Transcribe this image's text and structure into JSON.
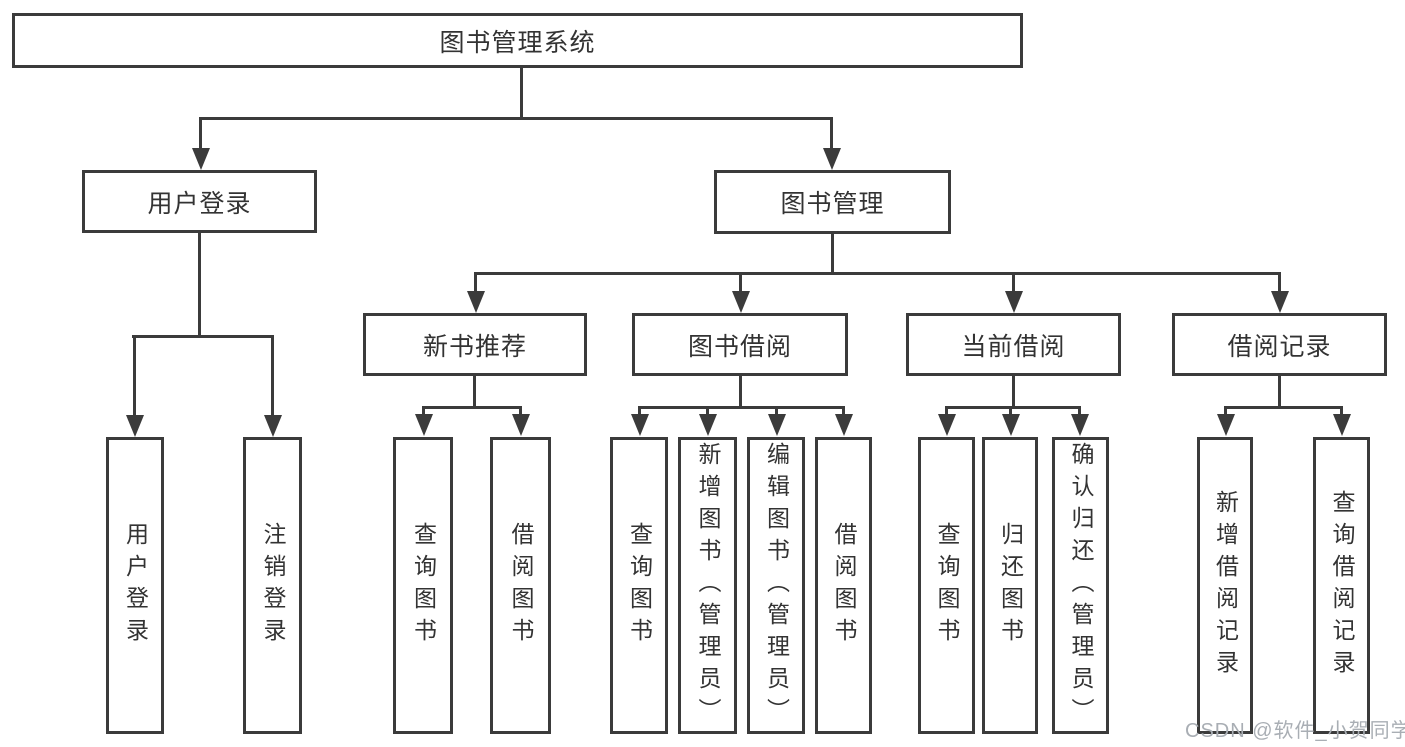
{
  "diagram_title": "图书管理系统",
  "tree": {
    "label": "图书管理系统",
    "children": [
      {
        "label": "用户登录",
        "children": [
          {
            "label": "用户登录"
          },
          {
            "label": "注销登录"
          }
        ]
      },
      {
        "label": "图书管理",
        "children": [
          {
            "label": "新书推荐",
            "children": [
              {
                "label": "查询图书"
              },
              {
                "label": "借阅图书"
              }
            ]
          },
          {
            "label": "图书借阅",
            "children": [
              {
                "label": "查询图书"
              },
              {
                "label": "新增图书（管理员）"
              },
              {
                "label": "编辑图书（管理员）"
              },
              {
                "label": "借阅图书"
              }
            ]
          },
          {
            "label": "当前借阅",
            "children": [
              {
                "label": "查询图书"
              },
              {
                "label": "归还图书"
              },
              {
                "label": "确认归还（管理员）"
              }
            ]
          },
          {
            "label": "借阅记录",
            "children": [
              {
                "label": "新增借阅记录"
              },
              {
                "label": "查询借阅记录"
              }
            ]
          }
        ]
      }
    ]
  },
  "watermark": {
    "text": "CSDN @软件_小贺同学"
  },
  "colors": {
    "line": "#3b3b3b",
    "text": "#333333",
    "watermark": "#a9aeb4",
    "background": "#ffffff"
  }
}
